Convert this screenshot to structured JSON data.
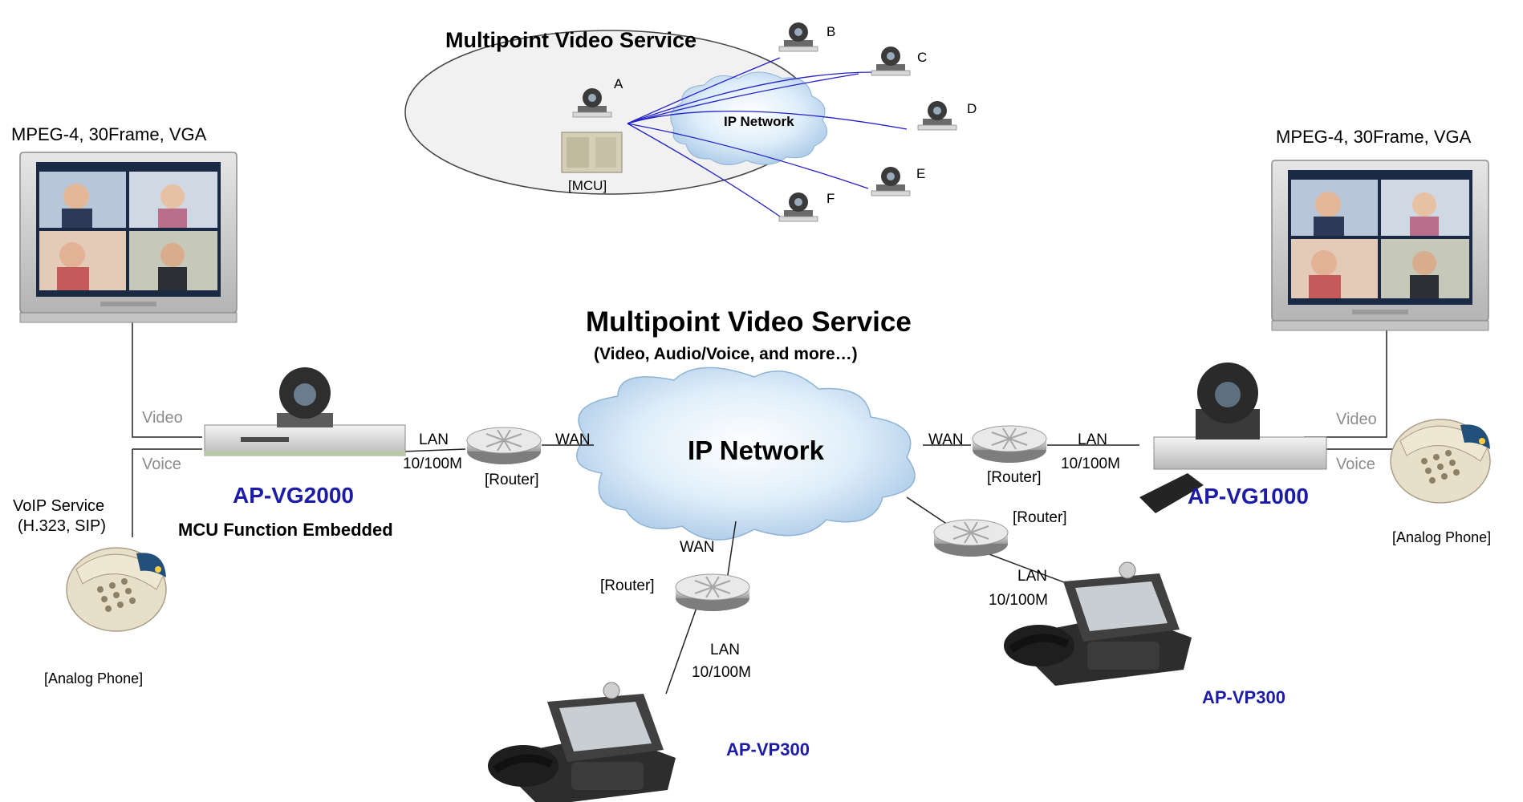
{
  "top_inset": {
    "title": "Multipoint Video Service",
    "cloud_label": "IP Network",
    "mcu_label": "[MCU]",
    "nodes": [
      "A",
      "B",
      "C",
      "D",
      "E",
      "F"
    ]
  },
  "main": {
    "title": "Multipoint Video Service",
    "subtitle": "(Video, Audio/Voice, and more…)",
    "cloud_label": "IP Network"
  },
  "left": {
    "monitor_caption": "MPEG-4, 30Frame, VGA",
    "video_label": "Video",
    "voice_label": "Voice",
    "voip_line1": "VoIP Service",
    "voip_line2": "(H.323, SIP)",
    "device_name": "AP-VG2000",
    "device_sub": "MCU Function Embedded",
    "phone_label": "[Analog Phone]",
    "lan_label": "LAN",
    "speed_label": "10/100M",
    "router_label": "[Router]",
    "wan_label": "WAN"
  },
  "right": {
    "monitor_caption": "MPEG-4, 30Frame, VGA",
    "video_label": "Video",
    "voice_label": "Voice",
    "device_name": "AP-VG1000",
    "phone_label": "[Analog Phone]",
    "lan_label": "LAN",
    "speed_label": "10/100M",
    "router_label": "[Router]",
    "wan_label": "WAN"
  },
  "bottom_center": {
    "wan_label": "WAN",
    "router_label": "[Router]",
    "lan_label": "LAN",
    "speed_label": "10/100M",
    "device_name": "AP-VP300"
  },
  "bottom_right": {
    "router_label": "[Router]",
    "lan_label": "LAN",
    "speed_label": "10/100M",
    "device_name": "AP-VP300"
  },
  "colors": {
    "device_blue": "#1c1ca8",
    "inset_link": "#2323c8",
    "cloud": "#cfe3f4",
    "gray_text": "#8c8c8c"
  }
}
